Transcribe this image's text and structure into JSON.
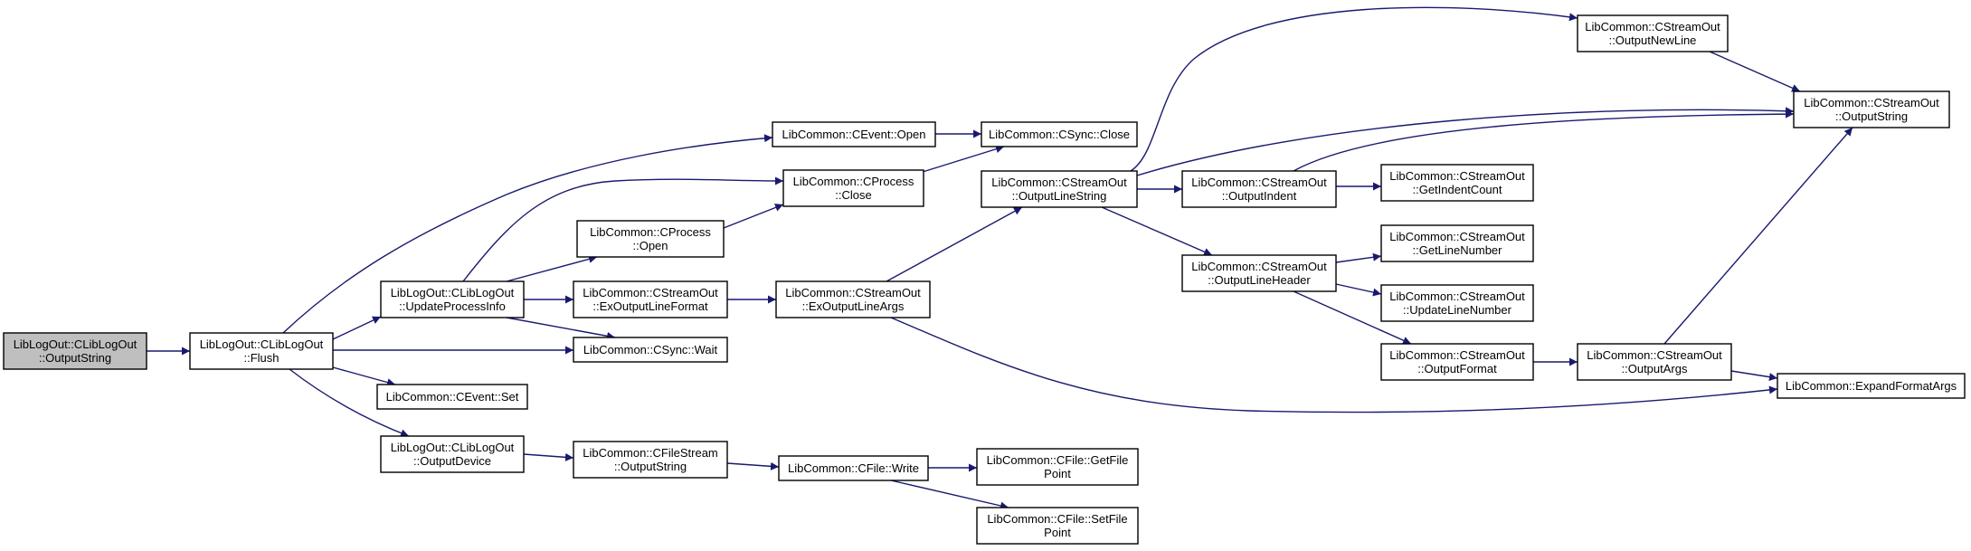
{
  "diagram": {
    "type": "call-graph",
    "colors": {
      "edge": "#191970",
      "root_fill": "#bfbfbf",
      "node_fill": "#ffffff",
      "border": "#000000"
    },
    "nodes": [
      {
        "id": "n0",
        "lines": [
          "LibLogOut::CLibLogOut",
          "::OutputString"
        ],
        "root": true
      },
      {
        "id": "n1",
        "lines": [
          "LibLogOut::CLibLogOut",
          "::Flush"
        ]
      },
      {
        "id": "n2",
        "lines": [
          "LibCommon::CEvent::Open"
        ]
      },
      {
        "id": "n3",
        "lines": [
          "LibLogOut::CLibLogOut",
          "::UpdateProcessInfo"
        ]
      },
      {
        "id": "n4",
        "lines": [
          "LibCommon::CSync::Wait"
        ]
      },
      {
        "id": "n5",
        "lines": [
          "LibCommon::CEvent::Set"
        ]
      },
      {
        "id": "n6",
        "lines": [
          "LibLogOut::CLibLogOut",
          "::OutputDevice"
        ]
      },
      {
        "id": "n7",
        "lines": [
          "LibCommon::CSync::Close"
        ]
      },
      {
        "id": "n8",
        "lines": [
          "LibCommon::CProcess",
          "::Close"
        ]
      },
      {
        "id": "n9",
        "lines": [
          "LibCommon::CProcess",
          "::Open"
        ]
      },
      {
        "id": "n10",
        "lines": [
          "LibCommon::CStreamOut",
          "::ExOutputLineFormat"
        ]
      },
      {
        "id": "n11",
        "lines": [
          "LibCommon::CStreamOut",
          "::ExOutputLineArgs"
        ]
      },
      {
        "id": "n12",
        "lines": [
          "LibCommon::CStreamOut",
          "::OutputLineString"
        ]
      },
      {
        "id": "n13",
        "lines": [
          "LibCommon::ExpandFormatArgs"
        ]
      },
      {
        "id": "n14",
        "lines": [
          "LibCommon::CStreamOut",
          "::OutputNewLine"
        ]
      },
      {
        "id": "n15",
        "lines": [
          "LibCommon::CStreamOut",
          "::OutputString"
        ]
      },
      {
        "id": "n16",
        "lines": [
          "LibCommon::CStreamOut",
          "::OutputIndent"
        ]
      },
      {
        "id": "n17",
        "lines": [
          "LibCommon::CStreamOut",
          "::OutputLineHeader"
        ]
      },
      {
        "id": "n18",
        "lines": [
          "LibCommon::CStreamOut",
          "::GetIndentCount"
        ]
      },
      {
        "id": "n19",
        "lines": [
          "LibCommon::CStreamOut",
          "::GetLineNumber"
        ]
      },
      {
        "id": "n20",
        "lines": [
          "LibCommon::CStreamOut",
          "::UpdateLineNumber"
        ]
      },
      {
        "id": "n21",
        "lines": [
          "LibCommon::CStreamOut",
          "::OutputFormat"
        ]
      },
      {
        "id": "n22",
        "lines": [
          "LibCommon::CStreamOut",
          "::OutputArgs"
        ]
      },
      {
        "id": "n23",
        "lines": [
          "LibCommon::CFileStream",
          "::OutputString"
        ]
      },
      {
        "id": "n24",
        "lines": [
          "LibCommon::CFile::Write"
        ]
      },
      {
        "id": "n25",
        "lines": [
          "LibCommon::CFile::GetFile",
          "Point"
        ]
      },
      {
        "id": "n26",
        "lines": [
          "LibCommon::CFile::SetFile",
          "Point"
        ]
      }
    ],
    "edges": [
      [
        "n0",
        "n1"
      ],
      [
        "n1",
        "n2"
      ],
      [
        "n1",
        "n3"
      ],
      [
        "n1",
        "n4"
      ],
      [
        "n1",
        "n5"
      ],
      [
        "n1",
        "n6"
      ],
      [
        "n2",
        "n7"
      ],
      [
        "n3",
        "n8"
      ],
      [
        "n3",
        "n9"
      ],
      [
        "n3",
        "n10"
      ],
      [
        "n3",
        "n4"
      ],
      [
        "n8",
        "n7"
      ],
      [
        "n9",
        "n8"
      ],
      [
        "n10",
        "n11"
      ],
      [
        "n11",
        "n12"
      ],
      [
        "n11",
        "n13"
      ],
      [
        "n12",
        "n14"
      ],
      [
        "n12",
        "n15"
      ],
      [
        "n12",
        "n16"
      ],
      [
        "n12",
        "n17"
      ],
      [
        "n14",
        "n15"
      ],
      [
        "n16",
        "n15"
      ],
      [
        "n16",
        "n18"
      ],
      [
        "n17",
        "n19"
      ],
      [
        "n17",
        "n20"
      ],
      [
        "n17",
        "n21"
      ],
      [
        "n21",
        "n22"
      ],
      [
        "n22",
        "n15"
      ],
      [
        "n22",
        "n13"
      ],
      [
        "n6",
        "n23"
      ],
      [
        "n23",
        "n24"
      ],
      [
        "n24",
        "n25"
      ],
      [
        "n24",
        "n26"
      ]
    ]
  }
}
